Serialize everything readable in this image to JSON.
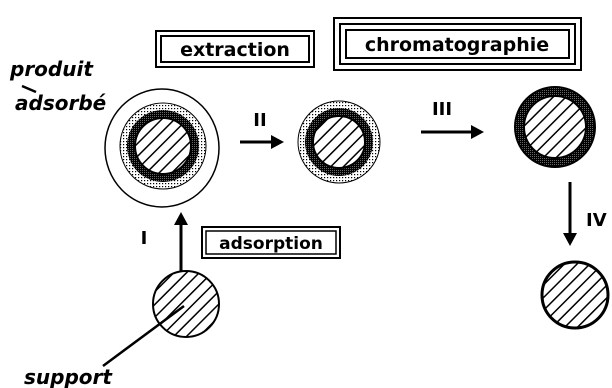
{
  "labels": {
    "extraction": "extraction",
    "chromatographie": "chromatographie",
    "adsorption": "adsorption",
    "produit": "produit",
    "adsorbe": "adsorbé",
    "support": "support"
  },
  "steps": {
    "step1": "I",
    "step2": "II",
    "step3": "III",
    "step4": "IV"
  }
}
